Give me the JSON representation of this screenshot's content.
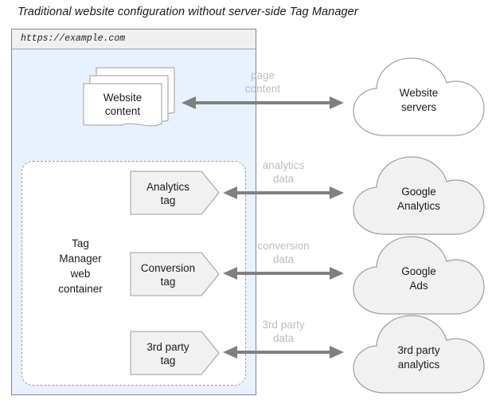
{
  "title": "Traditional website configuration without server-side Tag Manager",
  "browser": {
    "url": "https://example.com"
  },
  "website_content": {
    "label": "Website\ncontent",
    "line1": "Website",
    "line2": "content"
  },
  "tag_container": {
    "label_line1": "Tag",
    "label_line2": "Manager",
    "label_line3": "web",
    "label_line4": "container"
  },
  "tags": [
    {
      "name": "analytics-tag",
      "line1": "Analytics",
      "line2": "tag"
    },
    {
      "name": "conversion-tag",
      "line1": "Conversion",
      "line2": "tag"
    },
    {
      "name": "third-party-tag",
      "line1": "3rd party",
      "line2": "tag"
    }
  ],
  "arrows": [
    {
      "name": "page-content-arrow",
      "label_line1": "page",
      "label_line2": "content"
    },
    {
      "name": "analytics-data-arrow",
      "label_line1": "analytics",
      "label_line2": "data"
    },
    {
      "name": "conversion-data-arrow",
      "label_line1": "conversion",
      "label_line2": "data"
    },
    {
      "name": "third-party-data-arrow",
      "label_line1": "3rd party",
      "label_line2": "data"
    }
  ],
  "clouds": [
    {
      "name": "website-servers-cloud",
      "line1": "Website",
      "line2": "servers",
      "fill": "#ffffff"
    },
    {
      "name": "google-analytics-cloud",
      "line1": "Google",
      "line2": "Analytics",
      "fill": "#f1f1f1"
    },
    {
      "name": "google-ads-cloud",
      "line1": "Google",
      "line2": "Ads",
      "fill": "#f1f1f1"
    },
    {
      "name": "third-party-analytics-cloud",
      "line1": "3rd party",
      "line2": "analytics",
      "fill": "#f1f1f1"
    }
  ],
  "colors": {
    "browser_body": "#e8f1fc",
    "url_bar": "#f0f0f0",
    "arrow_gray": "#808080",
    "label_gray": "#bdbdbd",
    "shape_fill": "#f1f1f1",
    "shape_stroke": "#9e9e9e",
    "text": "#1b1b1b"
  }
}
